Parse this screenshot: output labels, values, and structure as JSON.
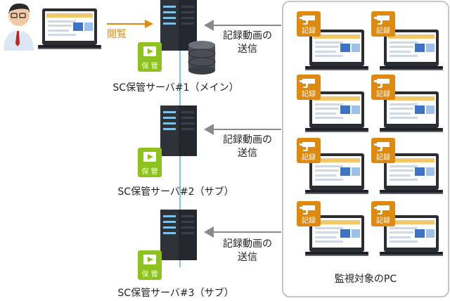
{
  "viewer": {
    "action_label": "閲覧"
  },
  "servers": [
    {
      "name": "SC保管サーバ#1（メイン）",
      "badge": "保 管"
    },
    {
      "name": "SC保管サーバ#2（サブ）",
      "badge": "保 管"
    },
    {
      "name": "SC保管サーバ#3（サブ）",
      "badge": "保 管"
    }
  ],
  "transfers": [
    {
      "line1": "記録動画の",
      "line2": "送信"
    },
    {
      "line1": "記録動画の",
      "line2": "送信"
    },
    {
      "line1": "記録動画の",
      "line2": "送信"
    }
  ],
  "pc_group": {
    "title": "監視対象のPC",
    "badge_label": "記録",
    "count": 8
  },
  "colors": {
    "orange": "#DE8A0E",
    "green": "#8DC21F",
    "server_dark": "#2F3239",
    "link_blue": "#7EC3E6",
    "arrow_gray": "#8A8A8A",
    "panel_border": "#B5B5B5"
  },
  "icons": {
    "viewer": "person-icon",
    "laptop": "laptop-icon",
    "database": "database-icon",
    "camera": "camera-icon",
    "play": "play-icon"
  }
}
